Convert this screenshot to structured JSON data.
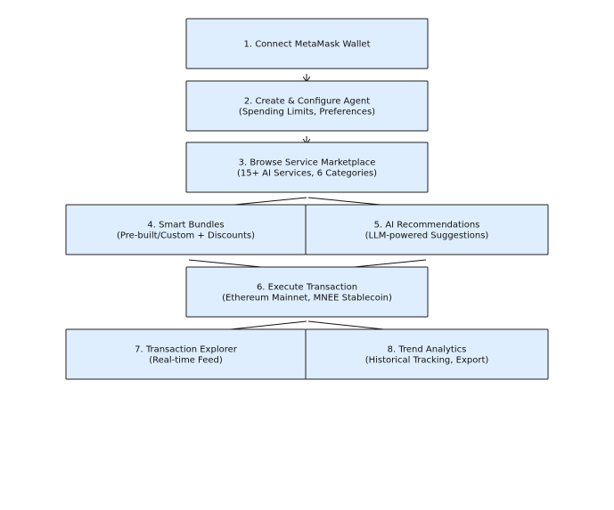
{
  "diagram": {
    "nodes": [
      {
        "id": "step1",
        "name": "step-connect-metamask-wallet",
        "lines": [
          "1. Connect MetaMask Wallet"
        ]
      },
      {
        "id": "step2",
        "name": "step-create-configure-agent",
        "lines": [
          "2. Create & Configure Agent",
          "(Spending Limits, Preferences)"
        ]
      },
      {
        "id": "step3",
        "name": "step-browse-service-marketplace",
        "lines": [
          "3. Browse Service Marketplace",
          "(15+ AI Services, 6 Categories)"
        ]
      },
      {
        "id": "step4",
        "name": "step-smart-bundles",
        "lines": [
          "4. Smart Bundles",
          "(Pre-built/Custom + Discounts)"
        ]
      },
      {
        "id": "step5",
        "name": "step-ai-recommendations",
        "lines": [
          "5. AI Recommendations",
          "(LLM-powered Suggestions)"
        ]
      },
      {
        "id": "step6",
        "name": "step-execute-transaction",
        "lines": [
          "6. Execute Transaction",
          "(Ethereum Mainnet, MNEE Stablecoin)"
        ]
      },
      {
        "id": "step7",
        "name": "step-transaction-explorer",
        "lines": [
          "7. Transaction Explorer",
          "(Real-time Feed)"
        ]
      },
      {
        "id": "step8",
        "name": "step-trend-analytics",
        "lines": [
          "8. Trend Analytics",
          "(Historical Tracking, Export)"
        ]
      }
    ],
    "edges": [
      {
        "from": "step1",
        "to": "step2"
      },
      {
        "from": "step2",
        "to": "step3"
      },
      {
        "from": "step3",
        "to": "step4"
      },
      {
        "from": "step3",
        "to": "step5"
      },
      {
        "from": "step4",
        "to": "step6"
      },
      {
        "from": "step5",
        "to": "step6"
      },
      {
        "from": "step6",
        "to": "step7"
      },
      {
        "from": "step6",
        "to": "step8"
      }
    ]
  }
}
